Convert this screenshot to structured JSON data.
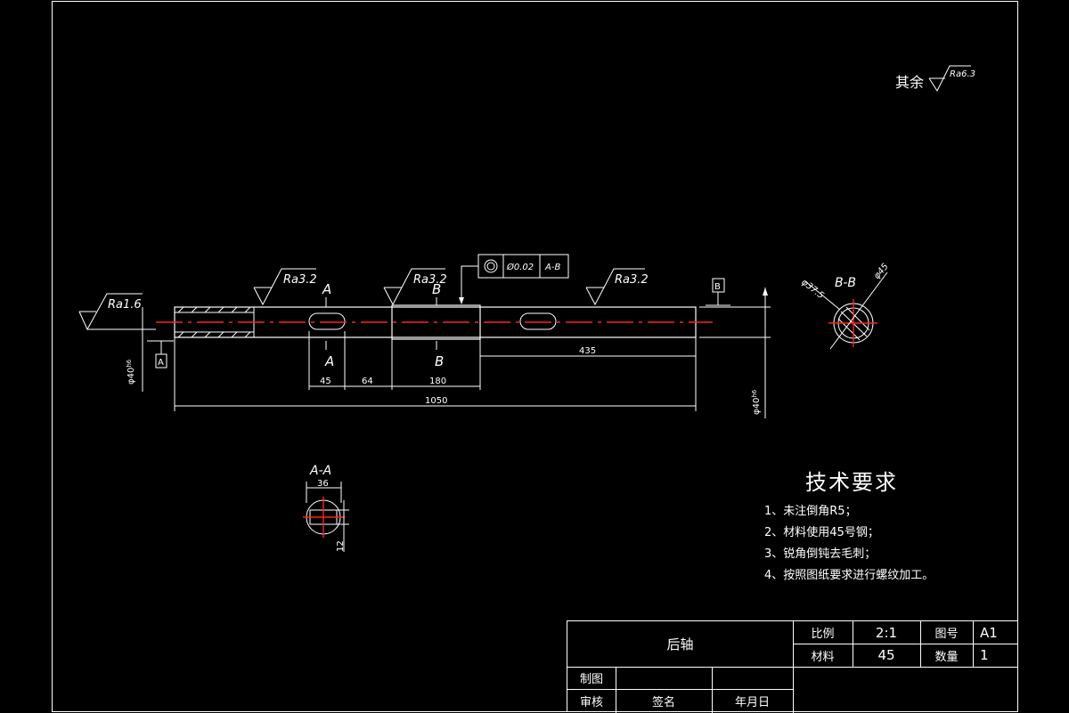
{
  "surface_note": {
    "label": "其余",
    "ra": "Ra6.3"
  },
  "roughness": {
    "ra_left": "Ra1.6",
    "ra_mid1": "Ra3.2",
    "ra_mid2": "Ra3.2",
    "ra_right": "Ra3.2"
  },
  "tolerance_frame": {
    "value": "Ø0.02",
    "datum": "A-B"
  },
  "datums": {
    "left": "A",
    "right": "B"
  },
  "section_marks": {
    "a_top": "A",
    "a_bottom": "A",
    "b_top": "B",
    "b_bottom": "B"
  },
  "dimensions": {
    "d45": "45",
    "d64": "64",
    "d180": "180",
    "d435": "435",
    "d1050": "1050",
    "dia_left": "φ40",
    "dia_right": "φ40",
    "tol_code": "h6"
  },
  "section_bb": {
    "title": "B-B",
    "dia1": "φ37.5",
    "dia2": "φ45"
  },
  "section_aa": {
    "title": "A-A",
    "width": "36",
    "height": "12"
  },
  "tech_req": {
    "title": "技术要求",
    "items": [
      "1、未注倒角R5；",
      "2、材料使用45号钢；",
      "3、锐角倒钝去毛刺；",
      "4、按照图纸要求进行螺纹加工。"
    ]
  },
  "title_block": {
    "part_name": "后轴",
    "scale_label": "比例",
    "scale_value": "2:1",
    "drawing_no_label": "图号",
    "drawing_no_value": "A1",
    "material_label": "材料",
    "material_value": "45",
    "qty_label": "数量",
    "qty_value": "1",
    "drawn_label": "制图",
    "checked_label": "审核",
    "sign_label": "签名",
    "date_label": "年月日"
  },
  "colors": {
    "background": "#000000",
    "lines": "#ffffff",
    "centerline": "#ff2020"
  }
}
